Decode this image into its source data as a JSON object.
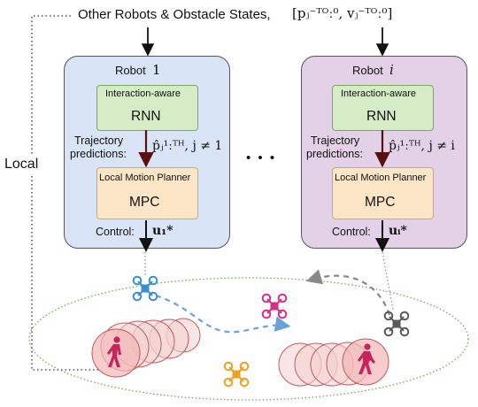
{
  "top": {
    "header_text": "Other Robots & Obstacle States,",
    "header_math": "[pⱼ⁻ᵀᴼː⁰, vⱼ⁻ᵀᴼː⁰]"
  },
  "side": {
    "local_label": "Local"
  },
  "robots": [
    {
      "title": "Robot",
      "index": "1",
      "rnn_top": "Interaction-aware",
      "rnn_main": "RNN",
      "traj_line1": "Trajectory",
      "traj_line2": "predictions:",
      "traj_math": "p̂ⱼ¹ːᵀᴴ, j ≠ 1",
      "mpc_top": "Local Motion Planner",
      "mpc_main": "MPC",
      "control_label": "Control:",
      "control_math": "u₁*"
    },
    {
      "title": "Robot",
      "index": "i",
      "rnn_top": "Interaction-aware",
      "rnn_main": "RNN",
      "traj_line1": "Trajectory",
      "traj_line2": "predictions:",
      "traj_math": "p̂ⱼ¹ːᵀᴴ, j ≠ i",
      "mpc_top": "Local Motion Planner",
      "mpc_main": "MPC",
      "control_label": "Control:",
      "control_math": "uᵢ*"
    }
  ],
  "ellipsis": "• • •",
  "colors": {
    "robot1_bg": "#d9e5f7",
    "roboti_bg": "#e3d2e7",
    "rnn_bg": "#d5ecc6",
    "mpc_bg": "#fde6c5",
    "drone_blue": "#3a8fd0",
    "drone_magenta": "#d52f86",
    "drone_orange": "#f0a020",
    "drone_gray": "#5a5a5a",
    "pedestrian": "#c8245c",
    "ellipse_border": "#6cb04a"
  },
  "icons": [
    "drone-icon",
    "pedestrian-icon"
  ]
}
